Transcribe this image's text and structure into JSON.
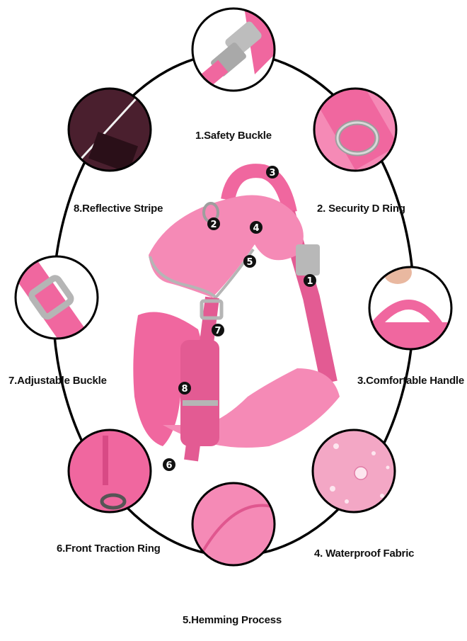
{
  "features": [
    {
      "id": "1",
      "label": "1.Safety Buckle"
    },
    {
      "id": "2",
      "label": "2. Security D Ring"
    },
    {
      "id": "3",
      "label": "3.Comfortable Handle"
    },
    {
      "id": "4",
      "label": "4. Waterproof Fabric"
    },
    {
      "id": "5",
      "label": "5.Hemming Process"
    },
    {
      "id": "6",
      "label": "6.Front Traction Ring"
    },
    {
      "id": "7",
      "label": "7.Adjustable Buckle"
    },
    {
      "id": "8",
      "label": "8.Reflective Stripe"
    }
  ],
  "markers": [
    "1",
    "2",
    "3",
    "4",
    "5",
    "6",
    "7",
    "8"
  ],
  "colors": {
    "pink": "#f0679f",
    "pink_dark": "#d84a85",
    "pink_light": "#f58ab6",
    "buckle_gray": "#b5b5b5",
    "stripe_dark": "#4a1f2e",
    "marker": "#111111",
    "ring": "#000000"
  }
}
